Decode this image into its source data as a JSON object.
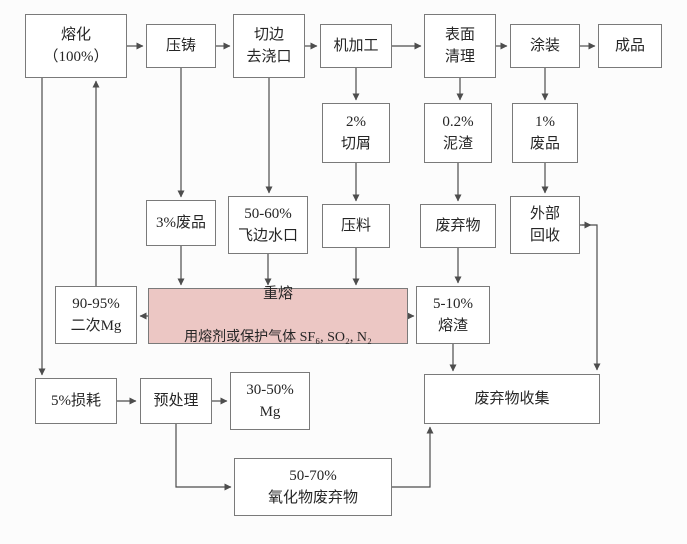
{
  "diagram": {
    "type": "flowchart",
    "language": "zh",
    "colors": {
      "background": "#fcfcfc",
      "box_bg": "#ffffff",
      "box_border": "#7a7a7a",
      "remelt_bg": "#ecc7c4",
      "arrow": "#4d4d4d",
      "text": "#262626"
    },
    "boxes": {
      "melting": "熔化\n（100%）",
      "die_casting": "压铸",
      "trimming": "切边\n去浇口",
      "machining": "机加工",
      "surface_cleaning": "表面\n清理",
      "coating": "涂装",
      "finished_product": "成品",
      "chips": "2%\n切屑",
      "sludge": "0.2%\n泥渣",
      "scrap_1pct": "1%\n废品",
      "scrap_3pct": "3%废品",
      "flash_gate": "50-60%\n飞边水口",
      "compacted_material": "压料",
      "waste": "废弃物",
      "external_recovery": "外部\n回收",
      "secondary_mg": "90-95%\n二次Mg",
      "remelt_title": "重熔",
      "remelt_subtitle": "用熔剂或保护气体 SF₆, SO₂, N₂",
      "slag": "5-10%\n熔渣",
      "loss": "5%损耗",
      "pretreatment": "预处理",
      "mg_30_50": "30-50%\nMg",
      "waste_collection": "废弃物收集",
      "oxide_waste": "50-70%\n氧化物废弃物"
    }
  }
}
